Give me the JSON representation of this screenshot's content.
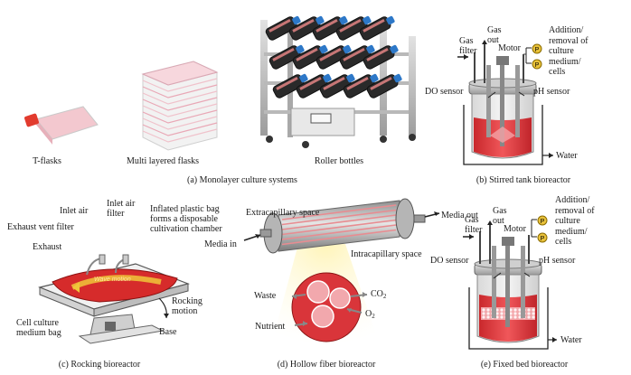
{
  "panels": {
    "monolayer": {
      "caption": "(a)  Monolayer culture systems",
      "items": [
        "T-flasks",
        "Multi layered flasks",
        "Roller bottles"
      ]
    },
    "stirred_tank": {
      "caption": "(b)  Stirred tank bioreactor",
      "labels": {
        "gas_filter": "Gas\nfilter",
        "gas_out": "Gas\nout",
        "motor": "Motor",
        "addition": "Addition/\nremoval of\nculture\nmedium/\ncells",
        "do_sensor": "DO sensor",
        "ph_sensor": "pH sensor",
        "water": "Water",
        "p_marker": "P"
      }
    },
    "rocking": {
      "caption": "(c)  Rocking bioreactor",
      "labels": {
        "inlet_air": "Inlet air",
        "inlet_air_filter": "Inlet air\nfilter",
        "inflated_bag": "Inflated plastic bag\nforms a disposable\ncultivation chamber",
        "exhaust_vent_filter": "Exhaust vent filter",
        "exhaust": "Exhaust",
        "wave_motion": "Wave motion",
        "rocking_motion": "Rocking\nmotion",
        "cell_culture_bag": "Cell culture\nmedium bag",
        "base": "Base"
      }
    },
    "hollow_fiber": {
      "caption": "(d)  Hollow fiber bioreactor",
      "labels": {
        "extracapillary": "Extracapillary space",
        "media_out": "Media out",
        "media_in": "Media in",
        "intracapillary": "Intracapillary space",
        "waste": "Waste",
        "co2": "CO",
        "co2_sub": "2",
        "o2": "O",
        "o2_sub": "2",
        "nutrient": "Nutrient"
      }
    },
    "fixed_bed": {
      "caption": "(e)  Fixed bed bioreactor",
      "labels": {
        "gas_filter": "Gas\nfilter",
        "gas_out": "Gas\nout",
        "motor": "Motor",
        "addition": "Addition/\nremoval of\nculture\nmedium/\ncells",
        "do_sensor": "DO sensor",
        "ph_sensor": "pH sensor",
        "water": "Water",
        "p_marker": "P"
      }
    }
  }
}
